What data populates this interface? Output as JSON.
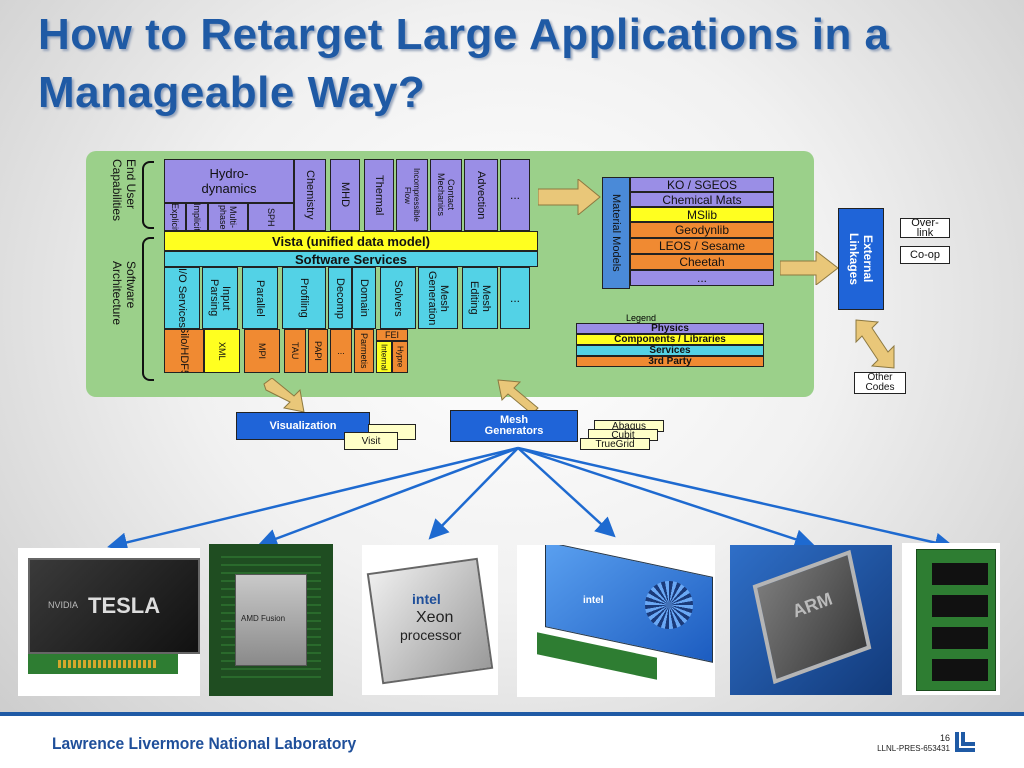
{
  "title": "How to Retarget Large Applications in a Manageable Way?",
  "diagram": {
    "side_labels": {
      "end_user": "End User Capabilities",
      "software_arch": "Software Architecture"
    },
    "hydro": "Hydro-dynamics",
    "hydro_sub": [
      "Explicit",
      "Implicit",
      "Multi-phase",
      "SPH"
    ],
    "physics_cols": [
      "Chemistry",
      "MHD",
      "Thermal",
      "Incompressible Flow",
      "Contact Mechanics",
      "Advection",
      "..."
    ],
    "vista": "Vista (unified data model)",
    "software_services": "Software Services",
    "services": [
      "I/O Services",
      "Input Parsing",
      "Parallel",
      "Profiling",
      "Decomp",
      "Domain",
      "Solvers",
      "Mesh Generation",
      "Mesh Editing",
      "..."
    ],
    "tpl": [
      "Silo/HDF5",
      "XML",
      "MPI",
      "TAU",
      "PAPI",
      "...",
      "Parmetis",
      "Internal",
      "Hypre"
    ],
    "fei": "FEI",
    "material_models_label": "Material Models",
    "material_models": [
      "KO / SGEOS",
      "Chemical Mats",
      "MSlib",
      "Geodynlib",
      "LEOS / Sesame",
      "Cheetah",
      "..."
    ],
    "legend": {
      "title": "Legend",
      "items": [
        "Physics",
        "Components / Libraries",
        "Services",
        "3rd Party"
      ]
    },
    "external_linkages": "External Linkages",
    "overlink": "Over-link",
    "coop": "Co-op",
    "other_codes": "Other Codes",
    "visualization": "Visualization",
    "visit": "Visit",
    "mesh_generators": "Mesh Generators",
    "mesh_tools": [
      "Abaqus",
      "Cubit",
      "TrueGrid"
    ]
  },
  "hardware": {
    "tesla": "TESLA",
    "nvidia": "NVIDIA",
    "amd": "AMD Fusion",
    "intel_xeon": [
      "intel",
      "Xeon",
      "processor"
    ],
    "phi": "intel",
    "arm": "ARM"
  },
  "footer": {
    "lab": "Lawrence Livermore National Laboratory",
    "page": "16",
    "code": "LLNL-PRES-653431"
  },
  "colors": {
    "accent": "#1f5aa5",
    "panel": "#9bd08a",
    "physics": "#9a8ee6",
    "services": "#53d2e6",
    "third_party": "#f08a32",
    "data_model": "#ffff20",
    "linkage": "#1f64d8"
  }
}
